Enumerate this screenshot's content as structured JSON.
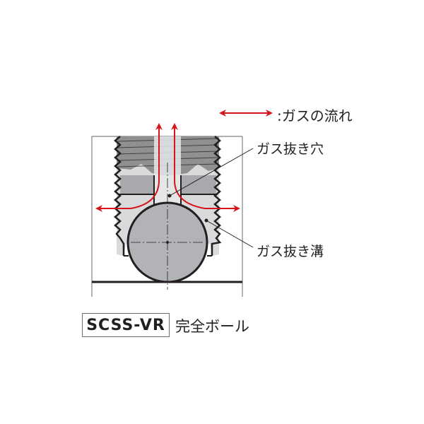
{
  "legend": {
    "arrow_color": "#d7141a",
    "text": ":ガスの流れ"
  },
  "callouts": {
    "vent_hole": "ガス抜き穴",
    "vent_groove": "ガス抜き溝"
  },
  "caption": {
    "model": "SCSS-VR",
    "description": "完全ボール"
  },
  "colors": {
    "outline": "#231f20",
    "thread_gray": "#8f9092",
    "body_gray": "#a7a9ac",
    "light_gray": "#d9dadb",
    "ball_gray": "#b1b3b6",
    "gas_flow": "#d7141a"
  }
}
